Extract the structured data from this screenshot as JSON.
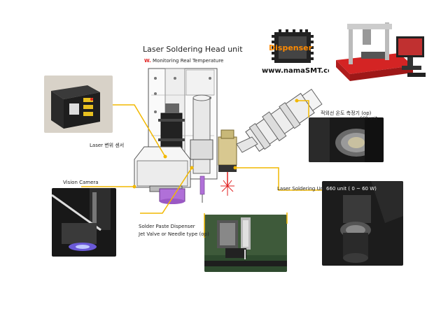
{
  "title": "Laser Soldering Head unit",
  "subtitle_mark": "W.",
  "subtitle": "Monitoring Real Temperature",
  "logo": {
    "word": "Dispenser",
    "url": "www.namaSMT.com"
  },
  "labels": {
    "laser_sensor": "Laser 변위 센서",
    "ir_sensor": "적외선 온도 측정기 (op)",
    "ir_unit": "660 unit",
    "vision_camera": "Vision Camera",
    "laser_soldering_unit": "Laser Soldering Unit",
    "laser_power": "660 unit ( 0 ~ 60 W)",
    "dispenser_line1": "Solder Paste Dispenser",
    "dispenser_line2": "Jet Valve or Needle type (op)"
  },
  "colors": {
    "callout": "#f2b800",
    "accent_red": "#e02020",
    "purple": "#b070d8",
    "machine_red": "#d42424"
  }
}
